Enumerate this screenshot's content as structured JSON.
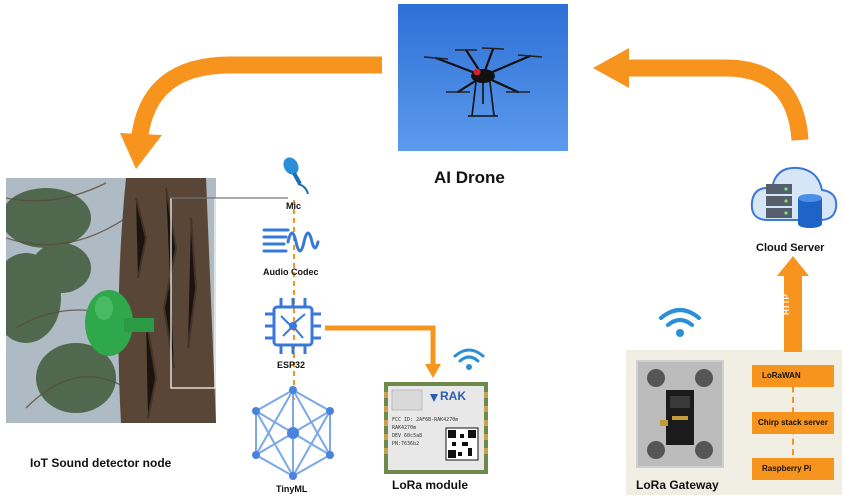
{
  "drone": {
    "label": "AI Drone"
  },
  "sensor_node": {
    "label": "IoT Sound detector node",
    "components": {
      "mic": "Mic",
      "codec": "Audio Codec",
      "mcu": "ESP32",
      "ml": "TinyML"
    }
  },
  "lora_module": {
    "label": "LoRa module",
    "brand": "RAK",
    "print_lines": [
      "FCC ID: 2AF6B-RAK4270m",
      "RAK4270m",
      "DEV 60c5a8",
      "PN:7636b2"
    ]
  },
  "gateway": {
    "label": "LoRa Gateway",
    "stack": [
      "LoRaWAN",
      "Chirp stack server",
      "Raspberry Pi"
    ]
  },
  "cloud": {
    "label": "Cloud Server",
    "link_label": "HTTP"
  },
  "colors": {
    "arrow": "#f7941d",
    "accent_blue": "#4a7fd4",
    "sky": "#3f83df"
  }
}
